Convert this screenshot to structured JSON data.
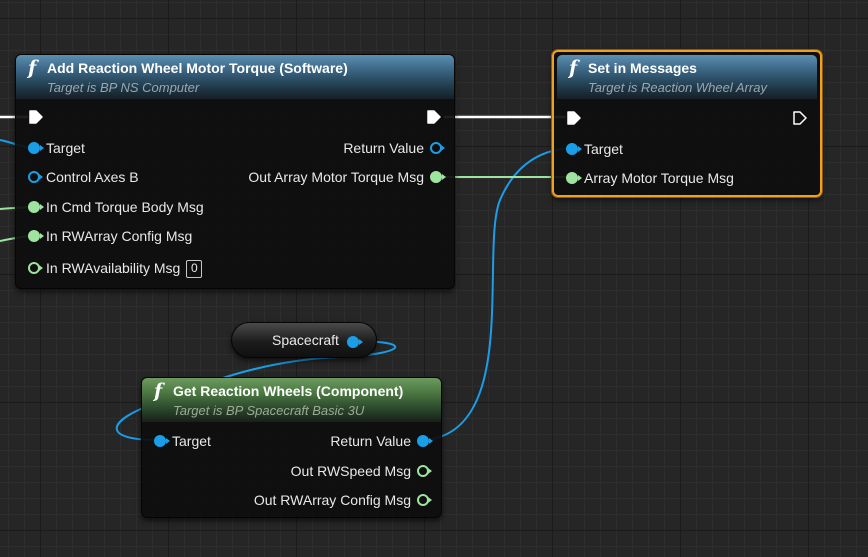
{
  "nodes": {
    "add_torque": {
      "title": "Add Reaction Wheel Motor Torque (Software)",
      "subtitle": "Target is BP NS Computer",
      "inputs": [
        "Target",
        "Control Axes B",
        "In Cmd Torque Body Msg",
        "In RWArray Config Msg",
        "In RWAvailability Msg"
      ],
      "availability_value": "0",
      "outputs": [
        "Return Value",
        "Out Array Motor Torque Msg"
      ]
    },
    "set_messages": {
      "title": "Set in Messages",
      "subtitle": "Target is Reaction Wheel Array",
      "inputs": [
        "Target",
        "Array Motor Torque Msg"
      ]
    },
    "get_wheels": {
      "title": "Get Reaction Wheels (Component)",
      "subtitle": "Target is BP Spacecraft Basic 3U",
      "inputs": [
        "Target"
      ],
      "outputs": [
        "Return Value",
        "Out RWSpeed Msg",
        "Out RWArray Config Msg"
      ]
    },
    "spacecraft_var": {
      "label": "Spacecraft"
    }
  },
  "colors": {
    "object_pin": "#1a9ee8",
    "struct_pin": "#9ee3a0",
    "exec_wire": "#ffffff",
    "selection": "#f0a020",
    "function_header": "#3a6482",
    "pure_header": "#4a7640"
  },
  "icons": {
    "function": "function-icon",
    "exec_in": "exec-pin-icon",
    "exec_out": "exec-pin-icon"
  }
}
